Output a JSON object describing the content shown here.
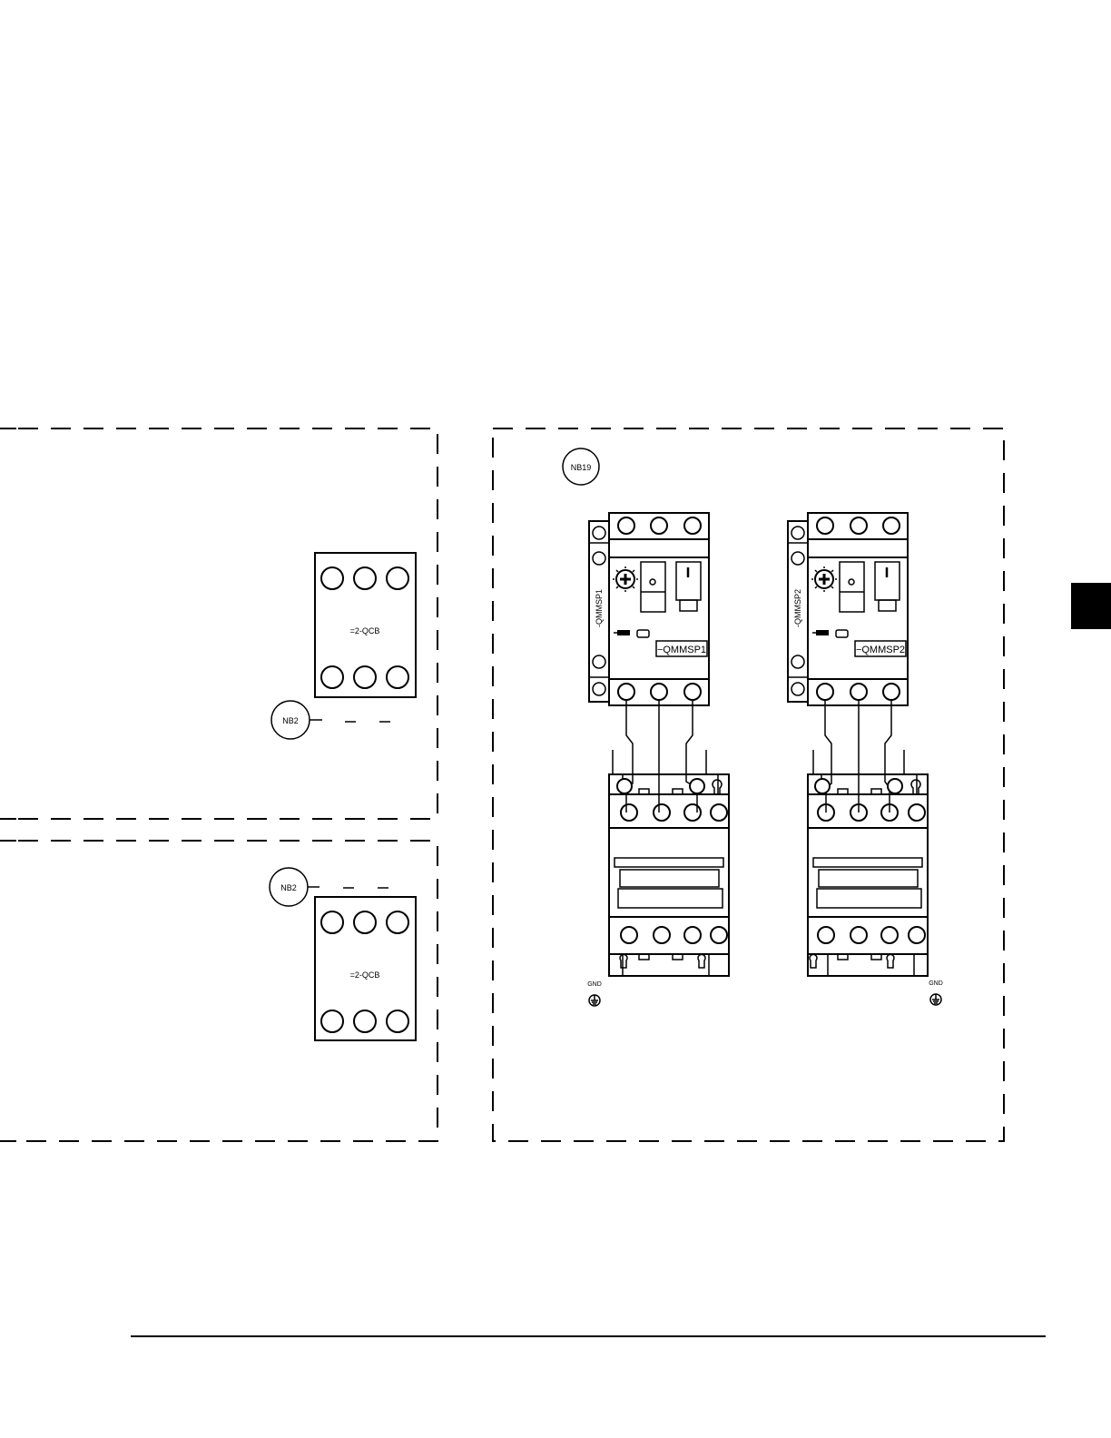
{
  "panels": {
    "top_left": {
      "breaker_label": "=2-QCB",
      "callout_label": "NB2"
    },
    "bottom_left": {
      "breaker_label": "=2-QCB",
      "callout_label": "NB2"
    },
    "right": {
      "callout_label": "NB19",
      "starters": [
        {
          "side_label": "-QMMSP1",
          "tag_label": "−QMMSP1",
          "gnd_label": "GND"
        },
        {
          "side_label": "-QMMSP2",
          "tag_label": "−QMMSP2",
          "gnd_label": "GND"
        }
      ]
    }
  },
  "page_tab": {
    "color": "#000000"
  }
}
